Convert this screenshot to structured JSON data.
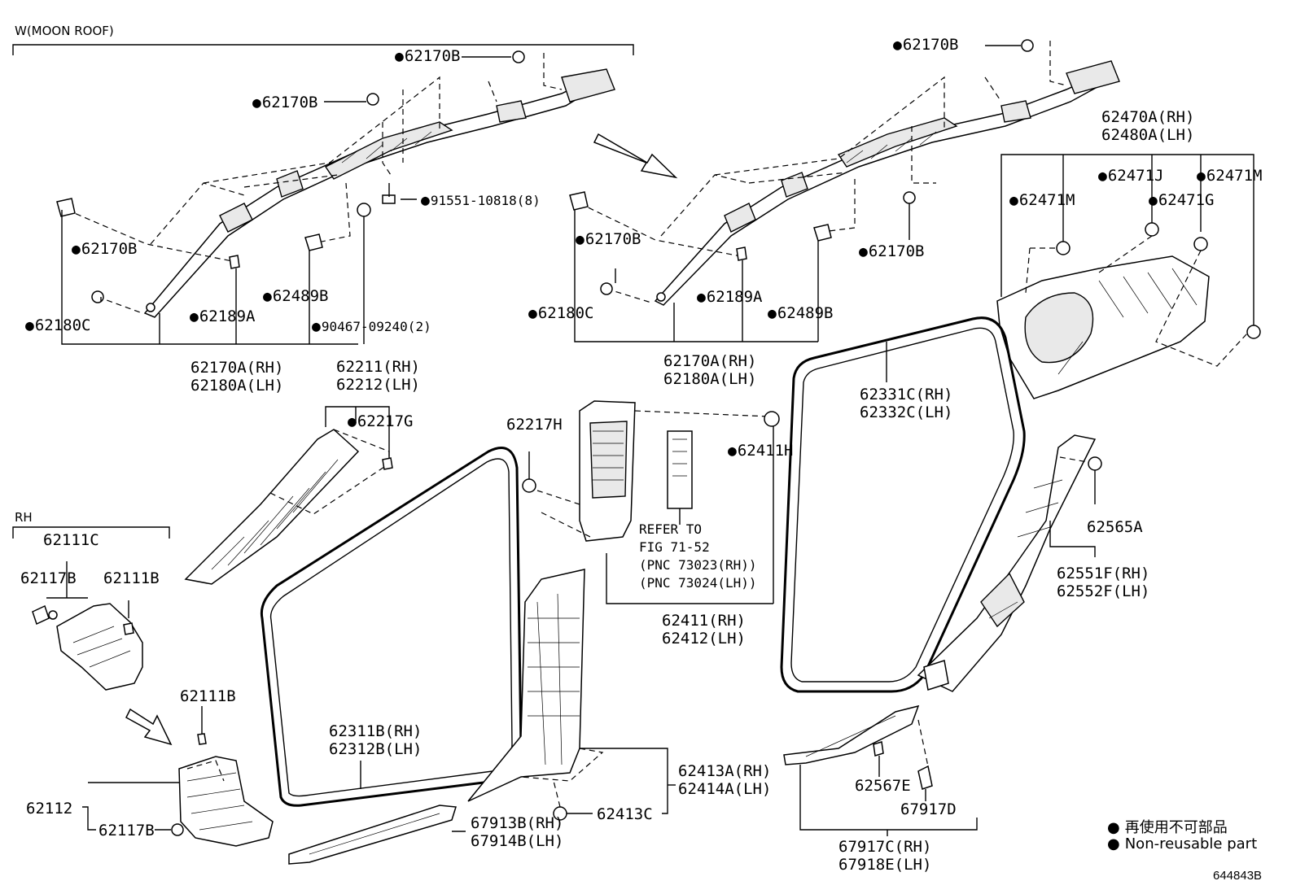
{
  "headers": {
    "moon_roof": "W(MOON ROOF)",
    "rh": "RH"
  },
  "labels": {
    "p62170b_top_left": "62170B",
    "p62170b_mid_left": "62170B",
    "p91551": "91551-10818(8)",
    "p62170b_left": "62170B",
    "p62489b_left": "62489B",
    "p62189a_left": "62189A",
    "p62180c_left": "62180C",
    "p90467": "90467-09240(2)",
    "p62170a_rh_left": "62170A(RH)",
    "p62180a_lh_left": "62180A(LH)",
    "p62170b_top_right": "62170B",
    "p62170b_mid_right": "62170B",
    "p62170b_right2": "62170B",
    "p62180c_right": "62180C",
    "p62189a_right": "62189A",
    "p62489b_right": "62489B",
    "p62170a_rh_right": "62170A(RH)",
    "p62180a_lh_right": "62180A(LH)",
    "p62470a": "62470A(RH)",
    "p62480a": "62480A(LH)",
    "p62471j": "62471J",
    "p62471m_a": "62471M",
    "p62471m_b": "62471M",
    "p62471g": "62471G",
    "p62211": "62211(RH)",
    "p62212": "62212(LH)",
    "p62217g": "62217G",
    "p62217h": "62217H",
    "p62411h": "62411H",
    "refer_1": "REFER TO",
    "refer_2": "FIG 71-52",
    "refer_3": "(PNC 73023(RH))",
    "refer_4": "(PNC 73024(LH))",
    "p62411": "62411(RH)",
    "p62412": "62412(LH)",
    "p62331c": "62331C(RH)",
    "p62332c": "62332C(LH)",
    "p62565a": "62565A",
    "p62551f": "62551F(RH)",
    "p62552f": "62552F(LH)",
    "p62111c": "62111C",
    "p62117b_top": "62117B",
    "p62111b_top": "62111B",
    "p62111b_low": "62111B",
    "p62112": "62112",
    "p62117b_low": "62117B",
    "p62311b": "62311B(RH)",
    "p62312b": "62312B(LH)",
    "p62413a": "62413A(RH)",
    "p62414a": "62414A(LH)",
    "p62413c": "62413C",
    "p67913b": "67913B(RH)",
    "p67914b": "67914B(LH)",
    "p62567e": "62567E",
    "p67917d": "67917D",
    "p67917c": "67917C(RH)",
    "p67918e": "67918E(LH)"
  },
  "legend": {
    "jp": "再使用不可部品",
    "en": "Non-reusable part"
  },
  "figure_number": "644843B"
}
